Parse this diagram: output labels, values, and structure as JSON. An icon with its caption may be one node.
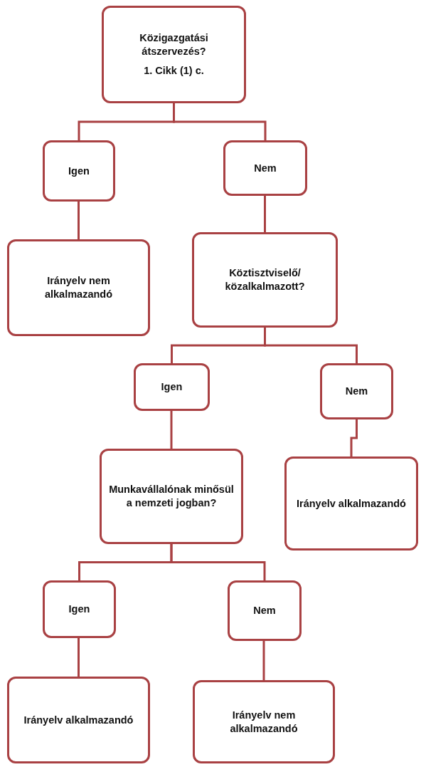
{
  "diagram": {
    "nodes": [
      {
        "text": [
          "Közigazgatási átszervezés?",
          "1. Cikk (1) c."
        ]
      },
      {
        "text": [
          "Igen"
        ]
      },
      {
        "text": [
          "Nem"
        ]
      },
      {
        "text": [
          "Irányelv nem alkalmazandó"
        ]
      },
      {
        "text": [
          "Köztisztviselő/ közalkalmazott?"
        ]
      },
      {
        "text": [
          "Igen"
        ]
      },
      {
        "text": [
          "Nem"
        ]
      },
      {
        "text": [
          "Munkavállalónak minősül a nemzeti jogban?"
        ]
      },
      {
        "text": [
          "Irányelv alkalmazandó"
        ]
      },
      {
        "text": [
          "Igen"
        ]
      },
      {
        "text": [
          "Nem"
        ]
      },
      {
        "text": [
          "Irányelv alkalmazandó"
        ]
      },
      {
        "text": [
          "Irányelv nem alkalmazandó"
        ]
      }
    ],
    "edges": [
      {
        "from": 0,
        "to": 1,
        "arrow": "none"
      },
      {
        "from": 0,
        "to": 2,
        "arrow": "none"
      },
      {
        "from": 1,
        "to": 3,
        "arrow": "none"
      },
      {
        "from": 2,
        "to": 4,
        "arrow": "none"
      },
      {
        "from": 4,
        "to": 5,
        "arrow": "none"
      },
      {
        "from": 4,
        "to": 6,
        "arrow": "none"
      },
      {
        "from": 5,
        "to": 7,
        "arrow": "none"
      },
      {
        "from": 6,
        "to": 8,
        "arrow": "none"
      },
      {
        "from": 7,
        "to": 9,
        "arrow": "none"
      },
      {
        "from": 7,
        "to": 10,
        "arrow": "none"
      },
      {
        "from": 9,
        "to": 11,
        "arrow": "none"
      },
      {
        "from": 10,
        "to": 12,
        "arrow": "none"
      }
    ]
  }
}
